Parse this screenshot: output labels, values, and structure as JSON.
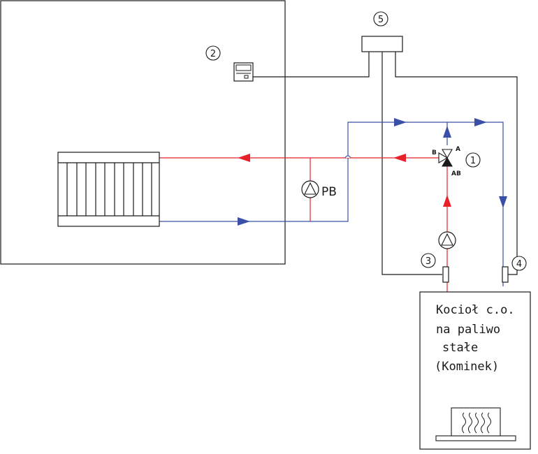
{
  "callouts": {
    "valve": "1",
    "controller": "2",
    "sensor_supply": "3",
    "sensor_return": "4",
    "hub": "5"
  },
  "pump_label": "PB",
  "valve_ports": {
    "a": "A",
    "b": "B",
    "ab": "AB"
  },
  "boiler": {
    "line1": "Kocioł c.o.",
    "line2": "na paliwo",
    "line3": "stałe",
    "line4": "(Kominek)"
  },
  "colors": {
    "supply": "#e8202a",
    "return": "#3a50a8",
    "line": "#1a1a1a"
  }
}
